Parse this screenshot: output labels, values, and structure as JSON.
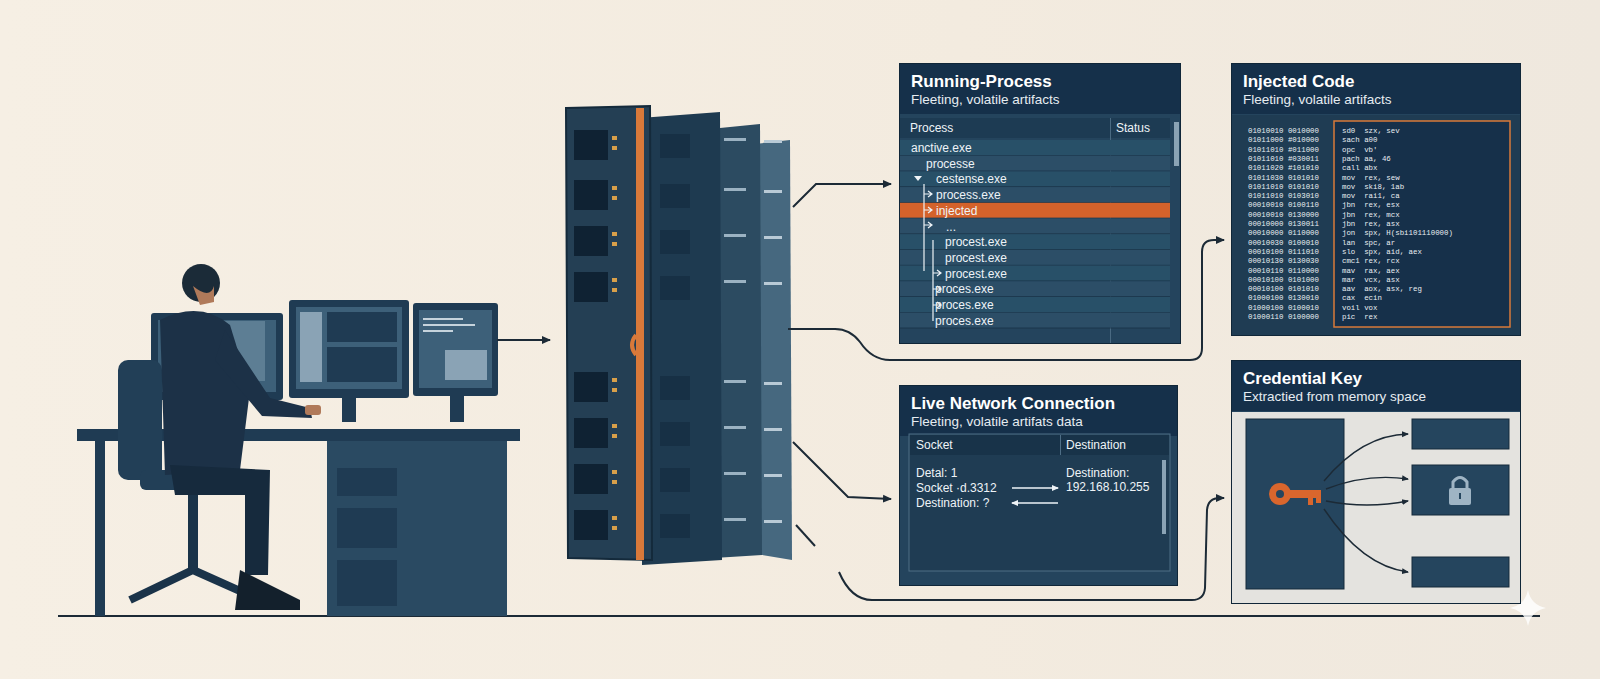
{
  "diagram": {
    "nodes": [
      {
        "text": [
          "Running-Process",
          "Fleeting, volatile artifacts"
        ]
      },
      {
        "text": [
          "Injected Code",
          "Fleeting, volatile artifacts"
        ]
      },
      {
        "text": [
          "Live Network Connection",
          "Fleeting, volatile artifats data"
        ]
      },
      {
        "text": [
          "Credential Key",
          "Extractied from memory space"
        ]
      }
    ],
    "labels": [
      "Process",
      "Status",
      "anctive.exe",
      "processe",
      "cestense.exe",
      "process.exe",
      "injected",
      "...",
      "procest.exe",
      "procest.exe",
      "procest.exe",
      "proces.exe",
      "proces.exe",
      "proces.exe",
      "01010010 0010000",
      "sd0  szx, sev",
      "01011000 #010000",
      "sach a00",
      "01011010 #011000",
      "opc  vb'",
      "01011010 #030011",
      "pach aa, 46",
      "01011020 #101010",
      "call abx",
      "01011030 0101010",
      "mov  rex, sew",
      "01011010 0101010",
      "mov  ski8, 1ab",
      "01011010 0103010",
      "mov  rai1, ca",
      "00010010 0100110",
      "jbn  rex, esx",
      "00010010 0130000",
      "jbn  rex, mcx",
      "00010000 0130011",
      "jbn  rex, asx",
      "00010000 0110000",
      "jon  spx, H(sbi101110000)",
      "00010030 0100010",
      "lan  spc, ar",
      "00010100 0111010",
      "slo  spx, aid, aex",
      "00010130 0130030",
      "cmc1 rex, rcx",
      "00010110 0110000",
      "mav  rax, aex",
      "00010100 0101000",
      "mar  vcx, asx",
      "00010100 0101010",
      "aav  aox, asx, reg",
      "01000100 0130010",
      "cax  ecin",
      "01000100 0100010",
      "voil vox",
      "01000110 0100000",
      "pic  rex",
      "Socket",
      "Destination",
      "Detal: 1",
      "Socket ·d.3312",
      "Destination: ?",
      "Destination: 192.168.10.255"
    ]
  }
}
